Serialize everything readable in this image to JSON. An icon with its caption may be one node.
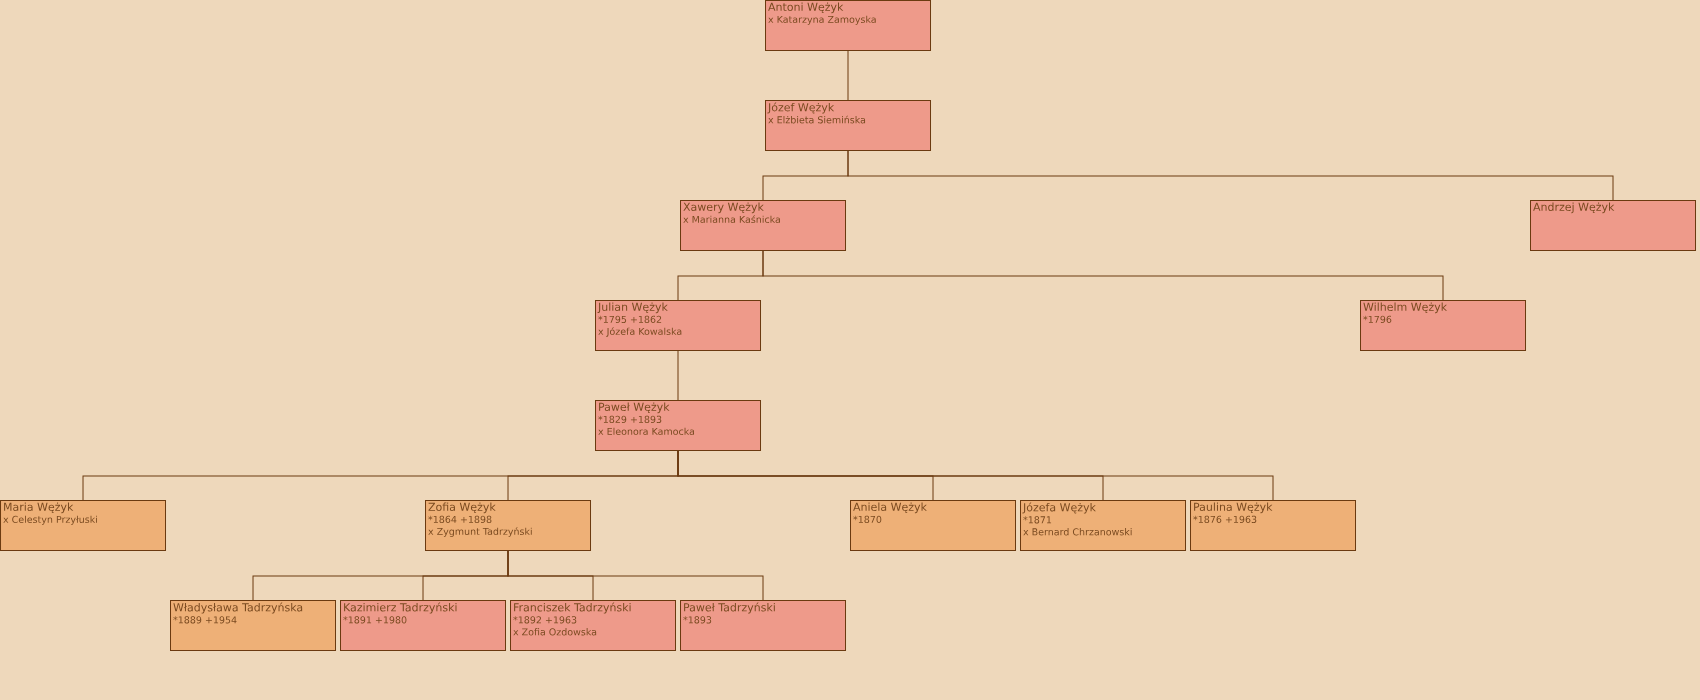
{
  "diagram": {
    "nodes": [
      {
        "text": [
          "Antoni Wężyk",
          "x Katarzyna Zamoyska"
        ]
      },
      {
        "text": [
          "Józef Wężyk",
          "x Elżbieta Siemińska"
        ]
      },
      {
        "text": [
          "Xawery Wężyk",
          "x Marianna Kaśnicka"
        ]
      },
      {
        "text": [
          "Andrzej Wężyk"
        ]
      },
      {
        "text": [
          "Julian Wężyk",
          "*1795 +1862",
          "x Józefa Kowalska"
        ]
      },
      {
        "text": [
          "Wilhelm Wężyk",
          "*1796"
        ]
      },
      {
        "text": [
          "Paweł Wężyk",
          "*1829 +1893",
          "x Eleonora Kamocka"
        ]
      },
      {
        "text": [
          "Maria Wężyk",
          "x Celestyn Przyłuski"
        ]
      },
      {
        "text": [
          "Zofia Wężyk",
          "*1864 +1898",
          "x Zygmunt Tadrzyński"
        ]
      },
      {
        "text": [
          "Aniela Wężyk",
          "*1870"
        ]
      },
      {
        "text": [
          "Józefa Wężyk",
          "*1871",
          "x Bernard Chrzanowski"
        ]
      },
      {
        "text": [
          "Paulina Wężyk",
          "*1876 +1963"
        ]
      },
      {
        "text": [
          "Władysława Tadrzyńska",
          "*1889 +1954"
        ]
      },
      {
        "text": [
          "Kazimierz Tadrzyński",
          "*1891 +1980"
        ]
      },
      {
        "text": [
          "Franciszek Tadrzyński",
          "*1892 +1963",
          "x Zofia Ozdowska"
        ]
      },
      {
        "text": [
          "Paweł Tadrzyński",
          "*1893"
        ]
      }
    ],
    "edges": [
      {
        "from": 0,
        "to": 1,
        "arrow": "none"
      },
      {
        "from": 1,
        "to": 2,
        "arrow": "none"
      },
      {
        "from": 1,
        "to": 3,
        "arrow": "none"
      },
      {
        "from": 2,
        "to": 4,
        "arrow": "none"
      },
      {
        "from": 2,
        "to": 5,
        "arrow": "none"
      },
      {
        "from": 4,
        "to": 6,
        "arrow": "none"
      },
      {
        "from": 6,
        "to": 7,
        "arrow": "none"
      },
      {
        "from": 6,
        "to": 8,
        "arrow": "none"
      },
      {
        "from": 6,
        "to": 9,
        "arrow": "none"
      },
      {
        "from": 6,
        "to": 10,
        "arrow": "none"
      },
      {
        "from": 6,
        "to": 11,
        "arrow": "none"
      },
      {
        "from": 8,
        "to": 12,
        "arrow": "none"
      },
      {
        "from": 8,
        "to": 13,
        "arrow": "none"
      },
      {
        "from": 8,
        "to": 14,
        "arrow": "none"
      },
      {
        "from": 8,
        "to": 15,
        "arrow": "none"
      }
    ]
  }
}
